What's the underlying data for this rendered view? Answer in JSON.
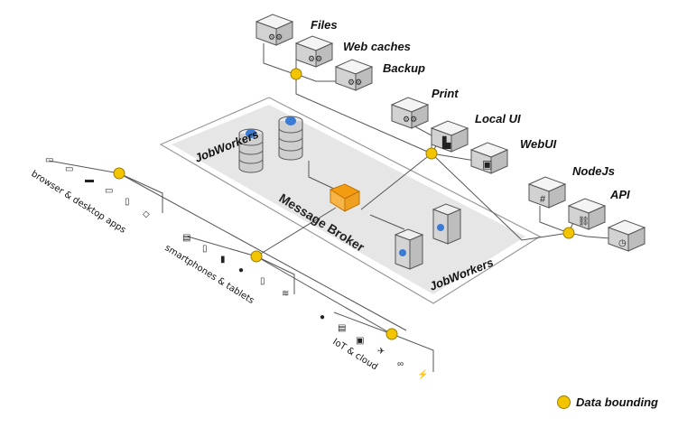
{
  "services": {
    "files": "Files",
    "web_caches": "Web caches",
    "backup": "Backup",
    "print": "Print",
    "local_ui": "Local UI",
    "webui": "WebUI",
    "nodejs": "NodeJs",
    "api": "API"
  },
  "center": {
    "jobworkers_top": "JobWorkers",
    "jobworkers_bottom": "JobWorkers",
    "broker": "Message Broker"
  },
  "groups": {
    "browser": "browser & desktop apps",
    "mobile": "smartphones & tablets",
    "iot": "IoT & cloud"
  },
  "legend": {
    "label": "Data bounding"
  },
  "colors": {
    "bond": "#f2c500",
    "broker": "#f39c12",
    "worker": "#3a7bd5",
    "platform": "#e6e6e6"
  }
}
